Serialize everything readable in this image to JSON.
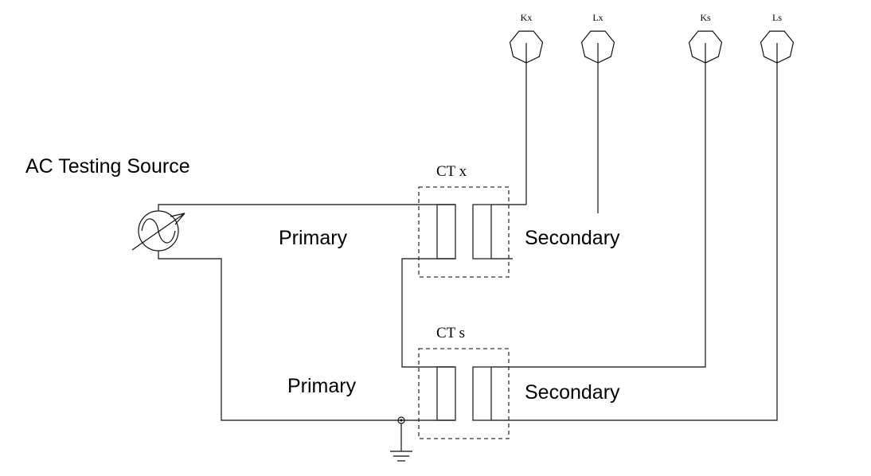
{
  "title": "CT ratio test wiring diagram",
  "labels": {
    "source": "AC Testing Source",
    "primary_top": "Primary",
    "primary_bottom": "Primary",
    "secondary_top": "Secondary",
    "secondary_bottom": "Secondary",
    "ct_x": "CT x",
    "ct_s": "CT s"
  },
  "terminals": [
    {
      "id": "kx",
      "label": "Kx"
    },
    {
      "id": "lx",
      "label": "Lx"
    },
    {
      "id": "ks",
      "label": "Ks"
    },
    {
      "id": "ls",
      "label": "Ls"
    }
  ],
  "components": {
    "source_symbol": "adjustable-ac-source-icon",
    "ground_symbol": "ground-icon",
    "terminal_symbol": "heptagon-terminal-icon"
  }
}
